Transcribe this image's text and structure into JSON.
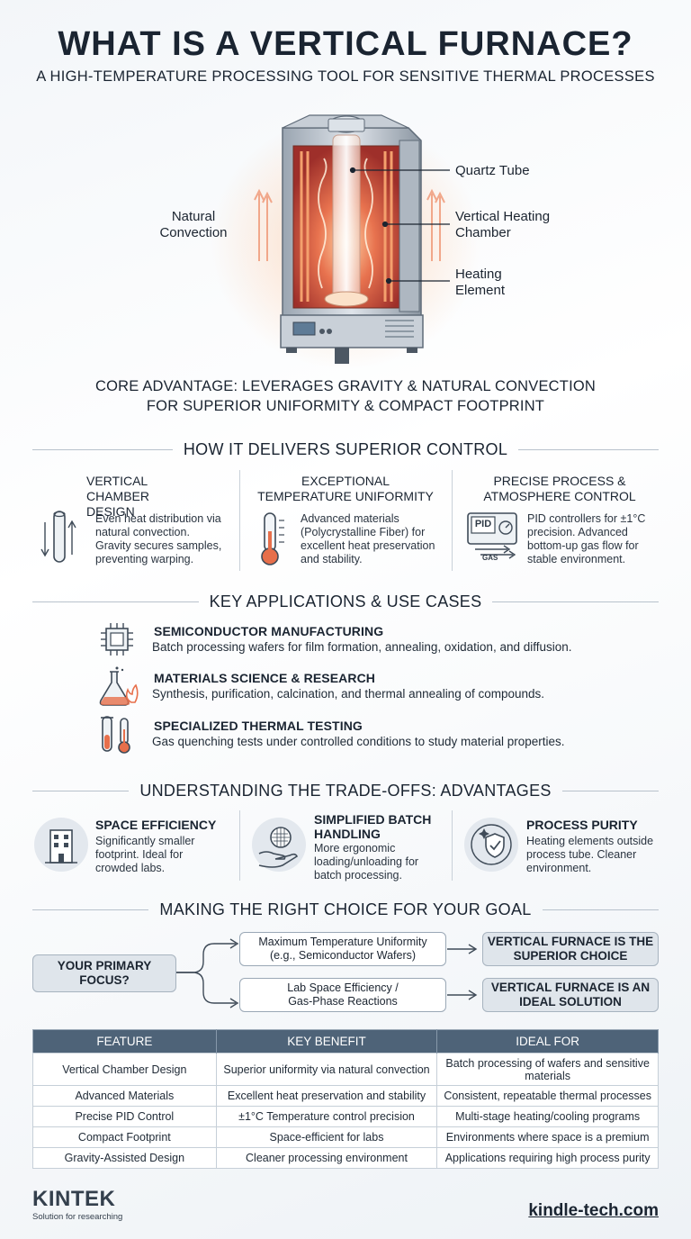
{
  "header": {
    "title": "WHAT IS A VERTICAL FURNACE?",
    "subtitle": "A HIGH-TEMPERATURE PROCESSING TOOL FOR SENSITIVE THERMAL PROCESSES"
  },
  "diagram": {
    "labels": {
      "natural_convection": [
        "Natural",
        "Convection"
      ],
      "quartz_tube": "Quartz Tube",
      "vertical_heating_chamber": [
        "Vertical Heating",
        "Chamber"
      ],
      "heating_element": [
        "Heating",
        "Element"
      ]
    }
  },
  "core_advantage": {
    "line1": "CORE ADVANTAGE: LEVERAGES GRAVITY & NATURAL CONVECTION",
    "line2": "FOR SUPERIOR UNIFORMITY & COMPACT FOOTPRINT"
  },
  "control": {
    "heading": "HOW IT DELIVERS SUPERIOR CONTROL",
    "cards": [
      {
        "title": [
          "VERTICAL",
          "CHAMBER DESIGN"
        ],
        "text": [
          "Even heat distribution via",
          "natural convection.",
          "Gravity secures samples,",
          "preventing warping."
        ],
        "icon": "vertical-tube-icon"
      },
      {
        "title": [
          "EXCEPTIONAL",
          "TEMPERATURE UNIFORMITY"
        ],
        "text": [
          "Advanced materials",
          "(Polycrystalline Fiber) for",
          "excellent heat preservation",
          "and stability."
        ],
        "icon": "thermometer-icon"
      },
      {
        "title": [
          "PRECISE PROCESS &",
          "ATMOSPHERE CONTROL"
        ],
        "text": [
          "PID controllers for ±1°C",
          "precision. Advanced",
          "bottom-up gas flow for",
          "stable environment."
        ],
        "icon": "pid-controller-icon",
        "icon_text": {
          "pid": "PID",
          "gas": "GAS"
        }
      }
    ]
  },
  "applications": {
    "heading": "KEY APPLICATIONS & USE CASES",
    "items": [
      {
        "title": "SEMICONDUCTOR MANUFACTURING",
        "text": "Batch processing wafers for film formation, annealing, oxidation, and diffusion.",
        "icon": "chip-icon"
      },
      {
        "title": "MATERIALS SCIENCE & RESEARCH",
        "text": "Synthesis, purification, calcination, and thermal annealing of compounds.",
        "icon": "flask-flame-icon"
      },
      {
        "title": "SPECIALIZED THERMAL TESTING",
        "text": "Gas quenching tests under controlled conditions to study material properties.",
        "icon": "test-tube-thermometer-icon"
      }
    ]
  },
  "tradeoffs": {
    "heading": "UNDERSTANDING THE TRADE-OFFS: ADVANTAGES",
    "items": [
      {
        "title": [
          "SPACE EFFICIENCY"
        ],
        "text": [
          "Significantly smaller",
          "footprint. Ideal for",
          "crowded labs."
        ],
        "icon": "building-icon"
      },
      {
        "title": [
          "SIMPLIFIED BATCH",
          "HANDLING"
        ],
        "text": [
          "More ergonomic",
          "loading/unloading for",
          "batch processing."
        ],
        "icon": "hand-wafer-icon"
      },
      {
        "title": [
          "PROCESS PURITY"
        ],
        "text": [
          "Heating elements outside",
          "process tube. Cleaner",
          "environment."
        ],
        "icon": "shield-sparkle-icon"
      }
    ]
  },
  "choice": {
    "heading": "MAKING THE RIGHT CHOICE FOR YOUR GOAL",
    "focus": [
      "YOUR PRIMARY",
      "FOCUS?"
    ],
    "option1": [
      "Maximum Temperature Uniformity",
      "(e.g., Semiconductor Wafers)"
    ],
    "option2": [
      "Lab Space Efficiency /",
      "Gas-Phase Reactions"
    ],
    "result1": [
      "VERTICAL FURNACE IS THE",
      "SUPERIOR CHOICE"
    ],
    "result2": [
      "VERTICAL FURNACE IS AN",
      "IDEAL SOLUTION"
    ]
  },
  "table": {
    "headers": [
      "FEATURE",
      "KEY BENEFIT",
      "IDEAL FOR"
    ],
    "rows": [
      [
        "Vertical Chamber Design",
        "Superior uniformity via natural convection",
        "Batch processing of wafers and sensitive materials"
      ],
      [
        "Advanced Materials",
        "Excellent heat preservation and stability",
        "Consistent, repeatable thermal processes"
      ],
      [
        "Precise PID Control",
        "±1°C Temperature control precision",
        "Multi-stage heating/cooling programs"
      ],
      [
        "Compact Footprint",
        "Space-efficient for labs",
        "Environments where space is a premium"
      ],
      [
        "Gravity-Assisted Design",
        "Cleaner processing environment",
        "Applications requiring high process purity"
      ]
    ]
  },
  "footer": {
    "logo": "KINTEK",
    "tagline": "Solution for researching",
    "website": "kindle-tech.com"
  }
}
